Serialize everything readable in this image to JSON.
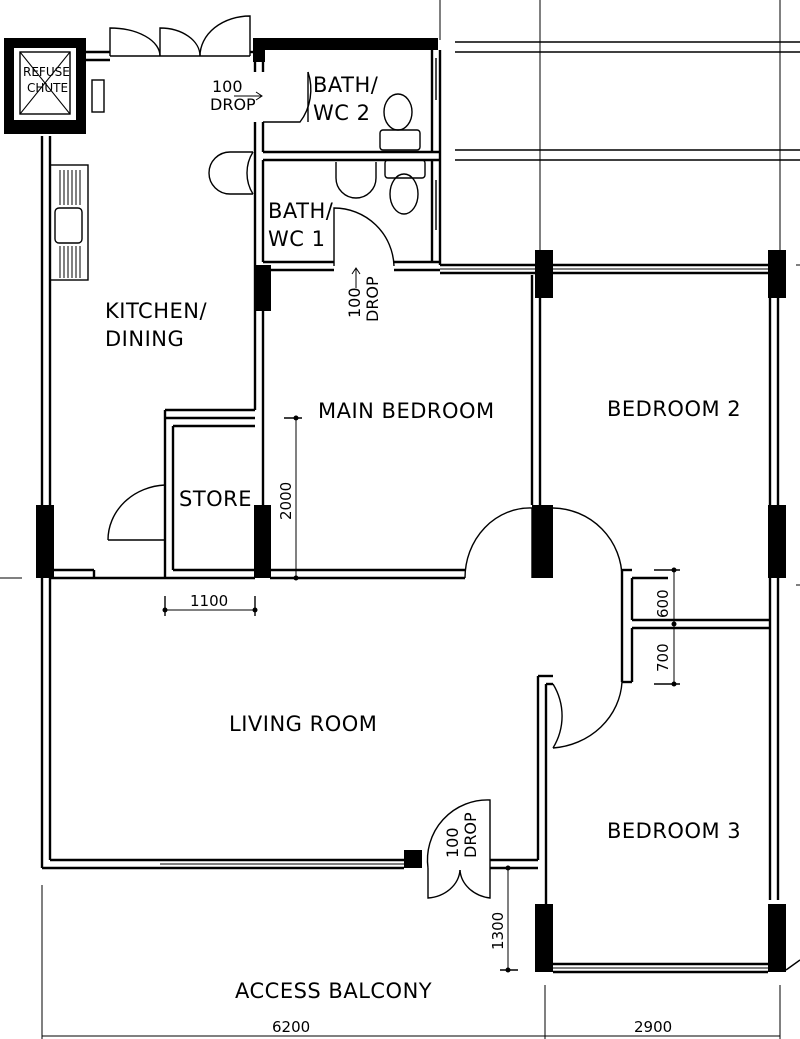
{
  "rooms": {
    "refuse_chute": [
      "REFUSE",
      "CHUTE"
    ],
    "bath_wc_2": [
      "BATH/",
      "WC 2"
    ],
    "bath_wc_1": [
      "BATH/",
      "WC 1"
    ],
    "kitchen_dining": [
      "KITCHEN/",
      "DINING"
    ],
    "store": "STORE",
    "main_bedroom": "MAIN BEDROOM",
    "bedroom_2": "BEDROOM 2",
    "bedroom_3": "BEDROOM 3",
    "living_room": "LIVING ROOM",
    "access_balcony": "ACCESS BALCONY"
  },
  "drops": {
    "top": [
      "100",
      "DROP"
    ],
    "wc1": [
      "100",
      "DROP"
    ],
    "entrance": [
      "100",
      "DROP"
    ]
  },
  "dimensions": {
    "store_width": "1100",
    "main_bedroom_depth": "2000",
    "closet_a": "600",
    "closet_b": "700",
    "balcony_depth": "1300",
    "overall_left": "6200",
    "overall_right": "2900"
  }
}
